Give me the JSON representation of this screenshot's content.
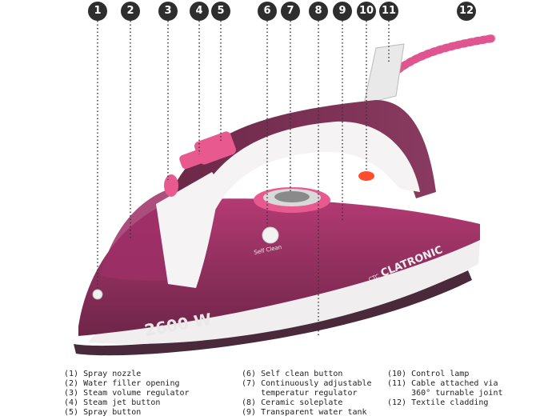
{
  "callouts": [
    "1",
    "2",
    "3",
    "4",
    "5",
    "6",
    "7",
    "8",
    "9",
    "10",
    "11",
    "12"
  ],
  "product": {
    "brand_text": "CLATRONIC",
    "brand_prefix": "CTC",
    "power_label": "2600 W",
    "self_clean_label": "Self Clean"
  },
  "legend": {
    "col1": [
      "(1) Spray nozzle",
      "(2) Water filler opening",
      "(3) Steam volume regulator",
      "(4) Steam jet button",
      "(5) Spray button"
    ],
    "col2": [
      "(6) Self clean button",
      "(7) Continuously adjustable",
      "    temperatur regulator",
      "(8) Ceramic soleplate",
      "(9) Transparent water tank"
    ],
    "col3": [
      "(10) Control lamp",
      "(11) Cable attached via",
      "     360° turnable joint",
      "(12) Textile cladding"
    ]
  },
  "colors": {
    "body_dark": "#7a2d52",
    "body_pink": "#c23b7a",
    "accent_pink": "#e8598f",
    "white_panel": "#f4f2f3",
    "badge": "#2e2e2e"
  }
}
